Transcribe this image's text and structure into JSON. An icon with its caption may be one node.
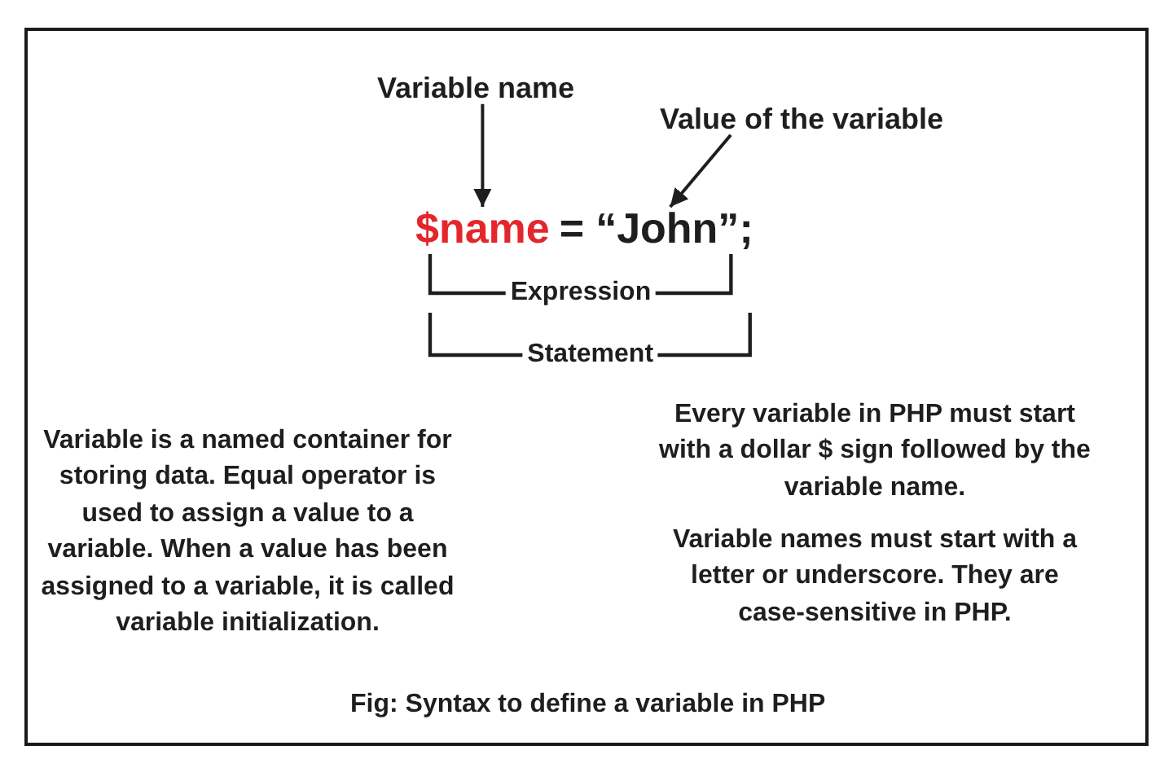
{
  "diagram": {
    "caption": "Fig: Syntax to define a variable in PHP",
    "nodes": [
      {
        "text": [
          "Variable name"
        ]
      },
      {
        "text": [
          "Value of the variable"
        ]
      },
      {
        "text": [
          "$name"
        ]
      },
      {
        "text": [
          "“John”"
        ]
      }
    ],
    "edges": [
      {
        "from": 0,
        "to": 2,
        "arrow": "to"
      },
      {
        "from": 1,
        "to": 3,
        "arrow": "to"
      }
    ],
    "labels": [
      "=",
      ";",
      "Expression",
      "Statement",
      "Variable is a named container for storing data. Equal operator is used to assign a value to a variable. When a value has been assigned to a variable, it is called variable initialization.",
      "Every variable in PHP must start with a dollar $ sign followed by the variable name.",
      "Variable names must start with a letter or underscore. They are case-sensitive in PHP."
    ]
  }
}
